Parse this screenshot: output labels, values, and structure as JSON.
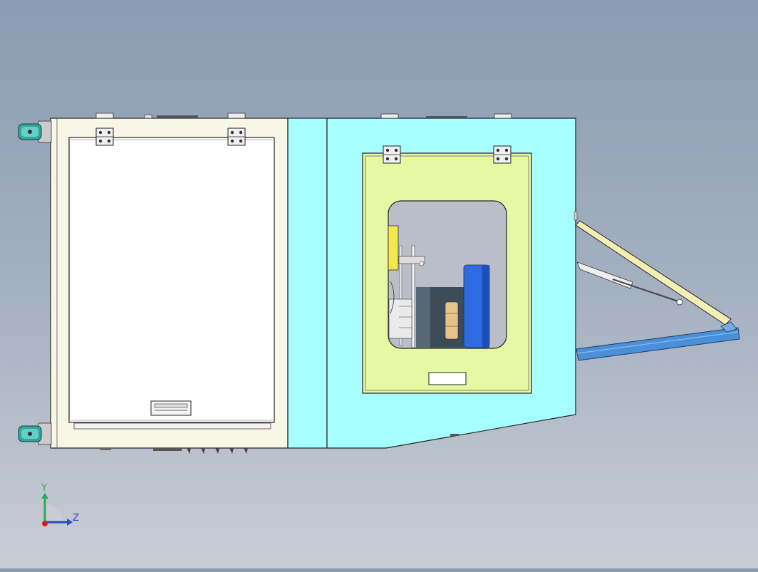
{
  "viewport": {
    "view": "cad-assembly-model",
    "colors": {
      "background_top": "#8a9cb2",
      "background_bottom": "#c9cdd6",
      "cabinet_body": "#f8f6e6",
      "cyan_panel": "#a6fefe",
      "door_panel": "#e7f8a4",
      "window_interior": "#b9bec9",
      "gas_strut_arm": "#f5eeb4",
      "support_rail": "#4a90d9",
      "caster_wheel": "#2fa7a0",
      "drum_dark": "#3b4b58",
      "drum_blue": "#2f6ae0",
      "label_yellow": "#f1e84a",
      "part_tan": "#e5c28a"
    }
  },
  "triad": {
    "y_label": "Y",
    "z_label": "Z",
    "y_color": "#2fa84f",
    "z_color": "#2a49c9",
    "origin_color": "#d02020"
  }
}
